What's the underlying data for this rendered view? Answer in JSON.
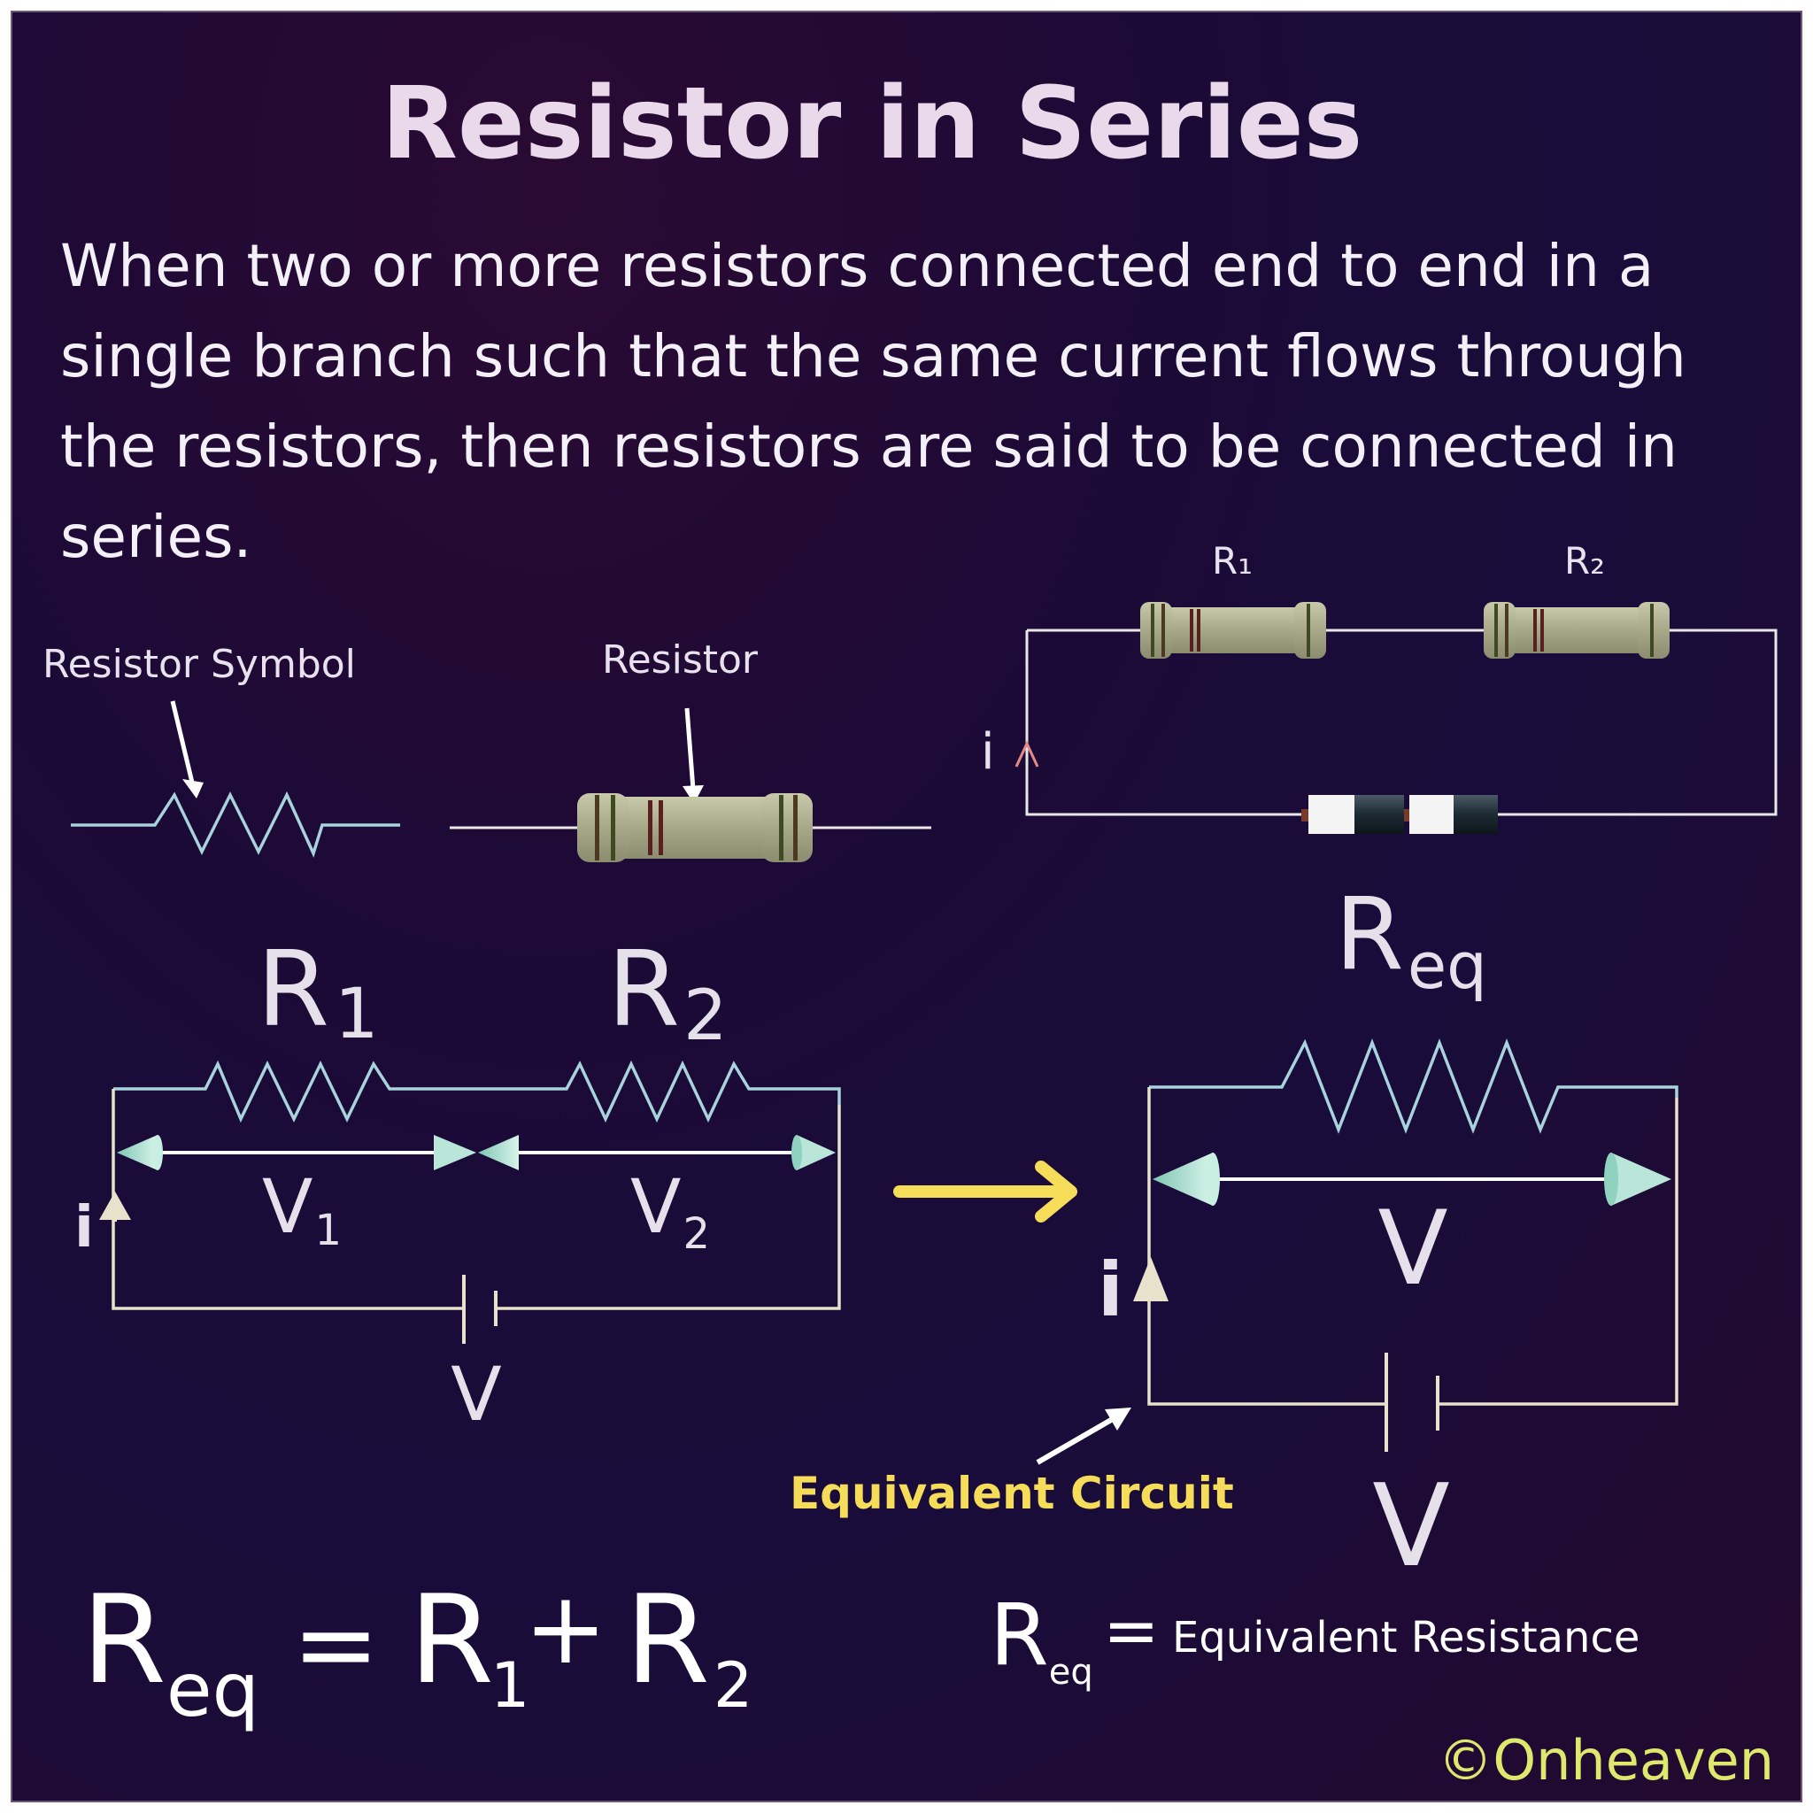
{
  "title": "Resistor in Series",
  "description": "When two or more resistors connected end to end in a single branch such that the same current flows through the resistors, then resistors are said to be connected in series.",
  "labels": {
    "resistor_symbol": "Resistor Symbol",
    "resistor": "Resistor",
    "photo_r1": "R₁",
    "photo_r2": "R₂",
    "photo_current": "i",
    "r1_main": "R",
    "r1_sub": "1",
    "r2_main": "R",
    "r2_sub": "2",
    "v1_main": "V",
    "v1_sub": "1",
    "v2_main": "V",
    "v2_sub": "2",
    "current_left": "i",
    "battery_left": "V",
    "req_main": "R",
    "req_sub": "eq",
    "v_right": "V",
    "current_right": "i",
    "battery_right": "V",
    "equivalent_circuit": "Equivalent Circuit"
  },
  "formula": {
    "lhs_main": "R",
    "lhs_sub": "eq",
    "equals": "=",
    "r1_main": "R",
    "r1_sub": "1",
    "plus": "+",
    "r2_main": "R",
    "r2_sub": "2"
  },
  "definition": {
    "sym_main": "R",
    "sym_sub": "eq",
    "equals": "=",
    "text": "Equivalent Resistance"
  },
  "credit": "©Onheaven",
  "colors": {
    "background": "#1c0a36",
    "wire_blue": "#a9d3dc",
    "wire_cream": "#e8e2cc",
    "arrow_yellow": "#f5dd5a",
    "arrowhead_green": "#b9e6d8",
    "resistor_body": "#a8a98a",
    "credit_green": "#dde86c"
  }
}
